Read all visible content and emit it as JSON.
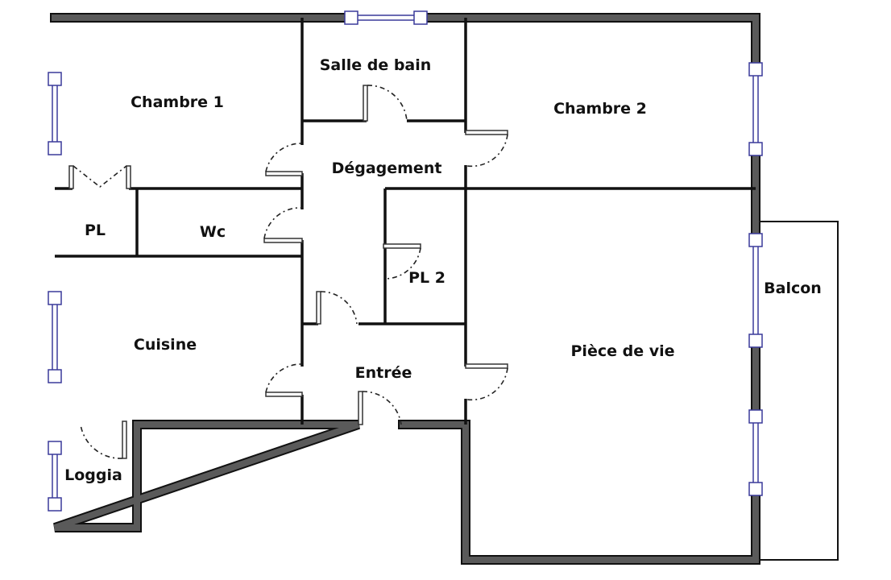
{
  "rooms": {
    "chambre1": "Chambre 1",
    "salle_de_bain": "Salle de bain",
    "chambre2": "Chambre 2",
    "degagement": "Dégagement",
    "pl": "PL",
    "wc": "Wc",
    "pl2": "PL 2",
    "balcon": "Balcon",
    "cuisine": "Cuisine",
    "piece_de_vie": "Pièce de vie",
    "entree": "Entrée",
    "loggia": "Loggia"
  }
}
